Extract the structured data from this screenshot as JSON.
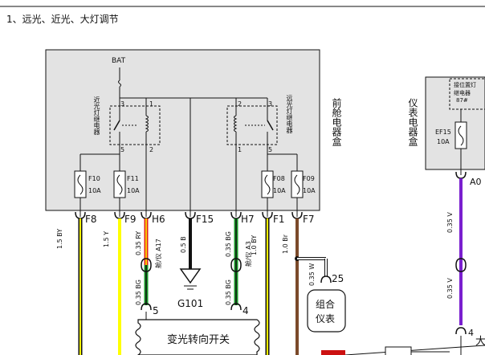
{
  "title": "1、远光、近光、大灯调节",
  "colors": {
    "box_fill": "#e3e3e3",
    "wire_yellow": "#ffff00",
    "wire_black": "#111111",
    "wire_green": "#1a9e2a",
    "wire_red": "#e3231b",
    "wire_brown": "#7b4a2a",
    "wire_purple": "#7a1fcf",
    "wire_white": "#ffffff",
    "connector_red": "#cc1111"
  },
  "front_box": {
    "label": "前舱电器盒",
    "bat": "BAT",
    "relay_left": {
      "label": "近光灯继电器",
      "pins": {
        "p3": "3",
        "p1": "1",
        "p5": "5",
        "p2": "2"
      }
    },
    "relay_right": {
      "label": "远光灯继电器",
      "pins": {
        "p2": "2",
        "p3": "3",
        "p1": "1",
        "p5": "5"
      }
    },
    "fuses": [
      {
        "name": "F10",
        "rating": "10A"
      },
      {
        "name": "F11",
        "rating": "10A"
      },
      {
        "name": "F08",
        "rating": "10A"
      },
      {
        "name": "F09",
        "rating": "10A"
      }
    ]
  },
  "instrument_box": {
    "label": "仪表电器盒",
    "relay_text": [
      "接位置灯",
      "继电器",
      "87#"
    ],
    "fuse": {
      "name": "EF15",
      "rating": "10A"
    },
    "connector": "A0"
  },
  "connectors": {
    "F8": "F8",
    "F9": "F9",
    "H6": "H6",
    "F15": "F15",
    "H7": "H7",
    "F1": "F1",
    "F7": "F7",
    "c5": "5",
    "c4_left": "4",
    "c25": "25",
    "c4_right": "4"
  },
  "wires": {
    "w_f8": "1.5 BY",
    "w_f9": "1.5 Y",
    "w_h6_top": "0.35 RY",
    "w_h6_sub": "舱/仪 A17",
    "w_h6_bot": "0.35 BG",
    "w_f15": "0.5 B",
    "w_h7_top": "0.35 BG",
    "w_h7_sub": "舱/仪 A3",
    "w_h7_bot": "0.35 BG",
    "w_f1": "1.0 BY",
    "w_f7": "1.0 Br",
    "w_cluster": "0.35 W",
    "w_purple_top": "0.35 V",
    "w_purple_bot": "0.35 V"
  },
  "ground": "G101",
  "switch_label": "变光转向开关",
  "cluster_label": [
    "组合",
    "仪表"
  ],
  "right_edge_label": "大"
}
